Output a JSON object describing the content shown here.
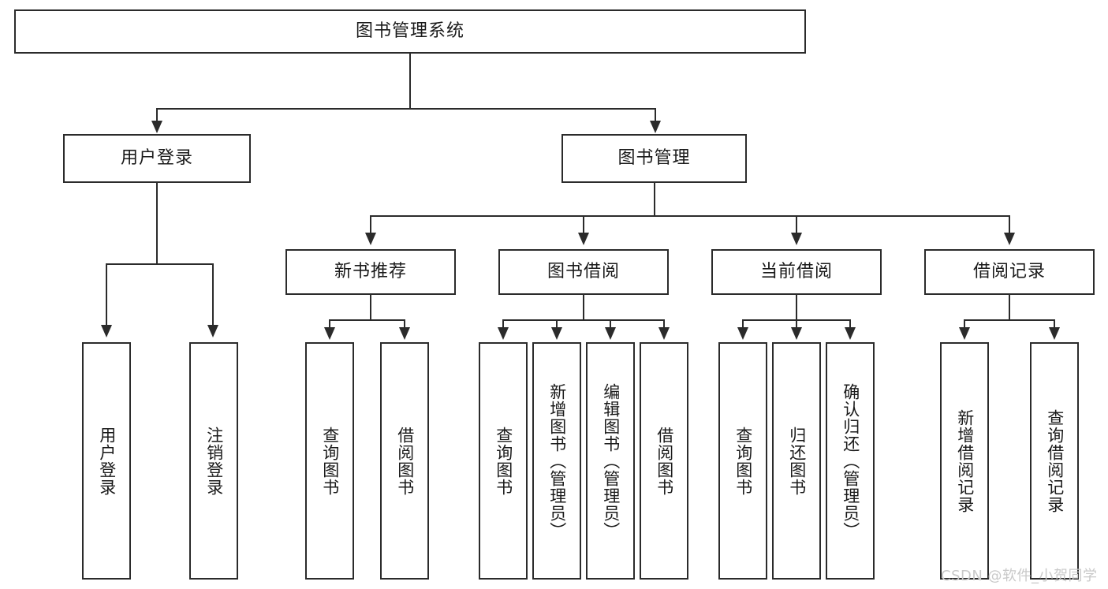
{
  "diagram": {
    "title_node": {
      "label": "图书管理系统"
    },
    "level2": [
      {
        "label": "用户登录"
      },
      {
        "label": "图书管理"
      }
    ],
    "level3": [
      {
        "label": "新书推荐"
      },
      {
        "label": "图书借阅"
      },
      {
        "label": "当前借阅"
      },
      {
        "label": "借阅记录"
      }
    ],
    "leaves": {
      "user_login": [
        {
          "label": "用户登录"
        },
        {
          "label": "注销登录"
        }
      ],
      "new_book_recommend": [
        {
          "label": "查询图书"
        },
        {
          "label": "借阅图书"
        }
      ],
      "book_borrow": [
        {
          "label": "查询图书"
        },
        {
          "label": "新增图书（管理员）"
        },
        {
          "label": "编辑图书（管理员）"
        },
        {
          "label": "借阅图书"
        }
      ],
      "current_borrow": [
        {
          "label": "查询图书"
        },
        {
          "label": "归还图书"
        },
        {
          "label": "确认归还（管理员）"
        }
      ],
      "borrow_record": [
        {
          "label": "新增借阅记录"
        },
        {
          "label": "查询借阅记录"
        }
      ]
    }
  },
  "watermark": {
    "text": "CSDN @软件_小贺同学"
  },
  "colors": {
    "stroke": "#2b2b2b",
    "fill": "#ffffff",
    "text": "#1a1a1a",
    "watermark": "#c9c9c9"
  }
}
